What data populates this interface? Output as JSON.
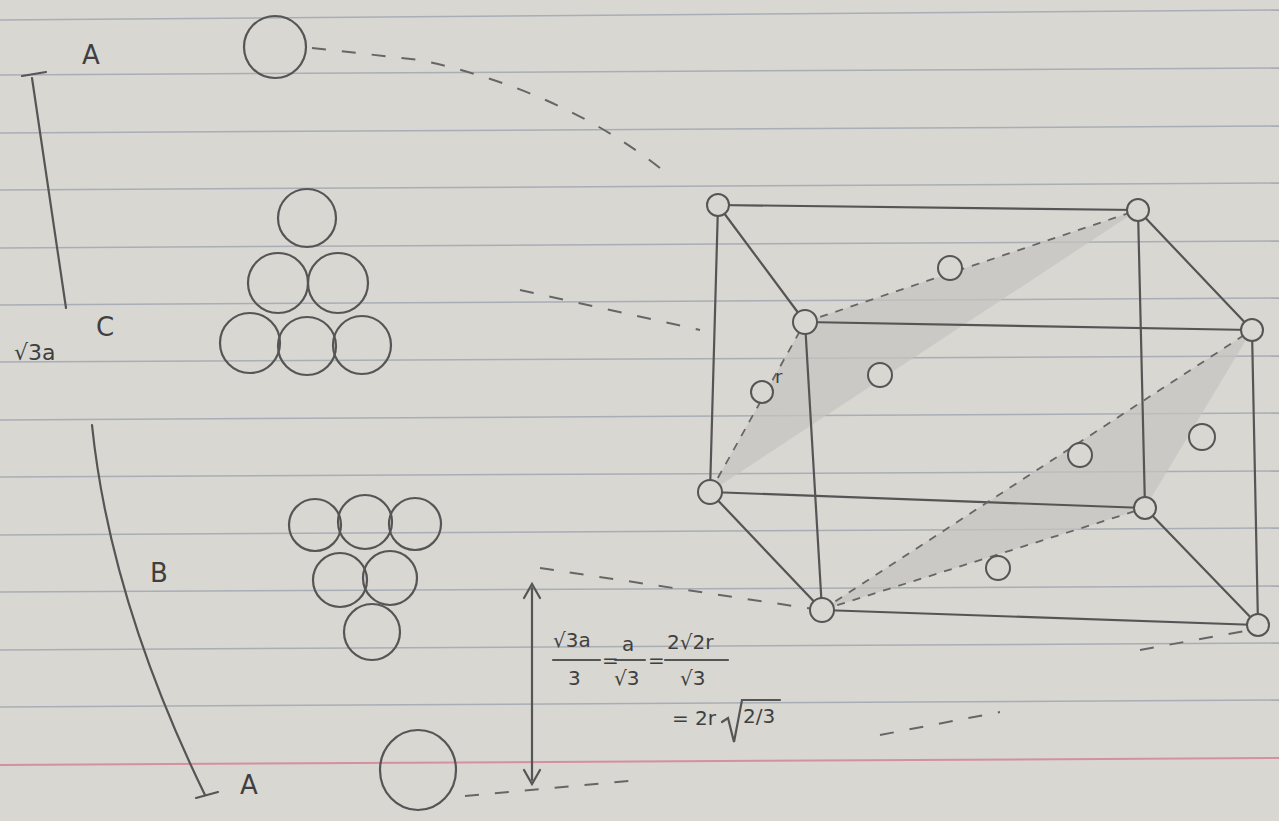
{
  "diagram": {
    "labels": [
      "A",
      "C",
      "√3a",
      "B",
      "A",
      "r",
      "√3a",
      "3",
      "=",
      "a",
      "√3",
      "=",
      "2√2r",
      "√3",
      "= 2r",
      "2/3"
    ]
  }
}
